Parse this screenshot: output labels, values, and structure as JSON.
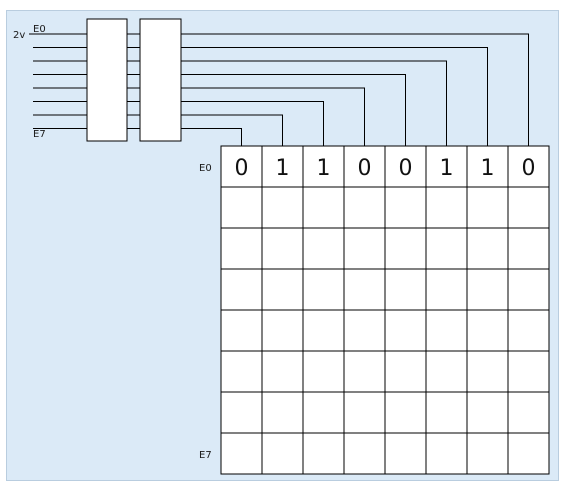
{
  "voltage_label": "2v",
  "input_labels": {
    "first": "E0",
    "last": "E7"
  },
  "row_labels": {
    "first": "E0",
    "last": "E7"
  },
  "grid": {
    "rows": 8,
    "cols": 8
  },
  "top_row_bits": [
    "0",
    "1",
    "1",
    "0",
    "0",
    "1",
    "1",
    "0"
  ],
  "colors": {
    "background": "#dbeaf7",
    "line": "#000000",
    "cell": "#ffffff"
  }
}
